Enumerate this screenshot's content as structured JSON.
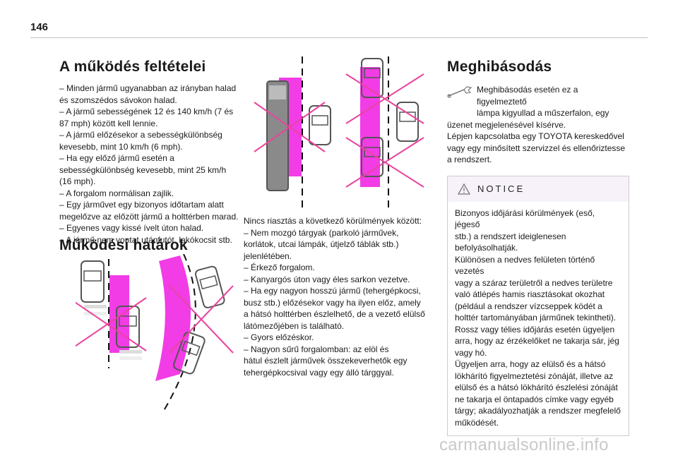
{
  "page": {
    "number": "146"
  },
  "conditions": {
    "title": "A működés feltételei",
    "lines": [
      "– Minden jármű ugyanabban az irányban halad",
      "és szomszédos sávokon halad.",
      "– A jármű sebességének 12 és 140 km/h (7 és",
      "87 mph) között kell lennie.",
      "– A jármű előzésekor a sebességkülönbség",
      "kevesebb, mint 10 km/h (6 mph).",
      "– Ha egy előző jármű esetén a",
      "sebességkülönbség kevesebb, mint 25 km/h",
      "(16 mph).",
      "– A forgalom normálisan zajlik.",
      "– Egy járművet egy bizonyos időtartam alatt",
      "megelőzve az előzött jármű a holttérben marad.",
      "– Egyenes vagy kissé ívelt úton halad.",
      "– A jármű nem vontat utánfutót, lakókocsit stb."
    ]
  },
  "limits": {
    "title": "Működési határok",
    "lines": [
      "Nincs riasztás a következő körülmények között:",
      "– Nem mozgó tárgyak (parkoló járművek,",
      "korlátok, utcai lámpák, útjelző táblák stb.)",
      "jelenlétében.",
      "– Érkező forgalom.",
      "– Kanyargós úton vagy éles sarkon vezetve.",
      "– Ha egy nagyon hosszú jármű (tehergépkocsi,",
      "busz stb.) előzésekor vagy ha ilyen előz, amely",
      "a hátsó holttérben észlelhető, de a vezető elülső",
      "látómezőjében is található.",
      "– Gyors előzéskor.",
      "– Nagyon sűrű forgalomban: az elöl és",
      "hátul észlelt járművek összekeverhetők egy",
      "tehergépkocsival vagy egy álló tárggyal."
    ]
  },
  "fault": {
    "title": "Meghibásodás",
    "icon": "wrench-icon",
    "first_lines": [
      "Meghibásodás esetén ez a figyelmeztető",
      "lámpa kigyullad a műszerfalon, egy"
    ],
    "lines": [
      "üzenet megjelenésével kísérve.",
      "Lépjen kapcsolatba egy TOYOTA kereskedővel",
      "vagy egy minősített szervizzel és ellenőriztesse",
      "a rendszert."
    ]
  },
  "notice": {
    "title": "NOTICE",
    "icon": "warning-triangle-icon",
    "lines": [
      "Bizonyos időjárási körülmények (eső, jégeső",
      "stb.) a rendszert ideiglenesen",
      "befolyásolhatják.",
      "Különösen a nedves felületen történő vezetés",
      "vagy a száraz területről a nedves területre",
      "való átlépés hamis riasztásokat okozhat",
      "(például a rendszer vízcseppek ködét a",
      "holttér tartományában járműnek tekintheti).",
      "Rossz vagy télies időjárás esetén ügyeljen",
      "arra, hogy az érzékelőket ne takarja sár, jég",
      "vagy hó.",
      "Ügyeljen arra, hogy az elülső és a hátsó",
      "lökhárító figyelmeztetési zónáját, illetve az",
      "elülső és a hátsó lökhárító észlelési zónáját",
      "ne takarja el öntapadós címke vagy egyéb",
      "tárgy; akadályozhatják a rendszer megfelelő",
      "működését."
    ]
  },
  "colors": {
    "zone": "#f23ce6",
    "cross": "#e8449e",
    "lane": "#111111"
  },
  "watermark": "carmanualsonline.info"
}
